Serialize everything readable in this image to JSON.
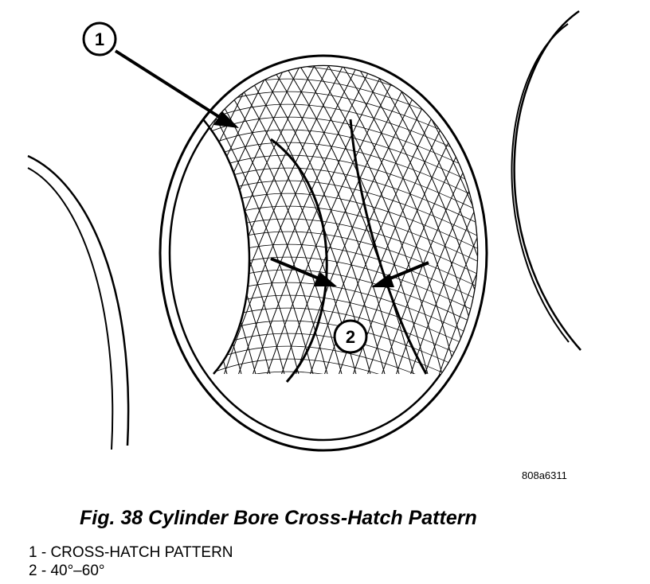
{
  "figure": {
    "code": "808a6311",
    "caption": "Fig. 38 Cylinder Bore Cross-Hatch Pattern",
    "callouts": [
      {
        "number": "1"
      },
      {
        "number": "2"
      }
    ],
    "legend": [
      {
        "text": "1 - CROSS-HATCH PATTERN"
      },
      {
        "text": "2 - 40°–60°"
      }
    ]
  }
}
